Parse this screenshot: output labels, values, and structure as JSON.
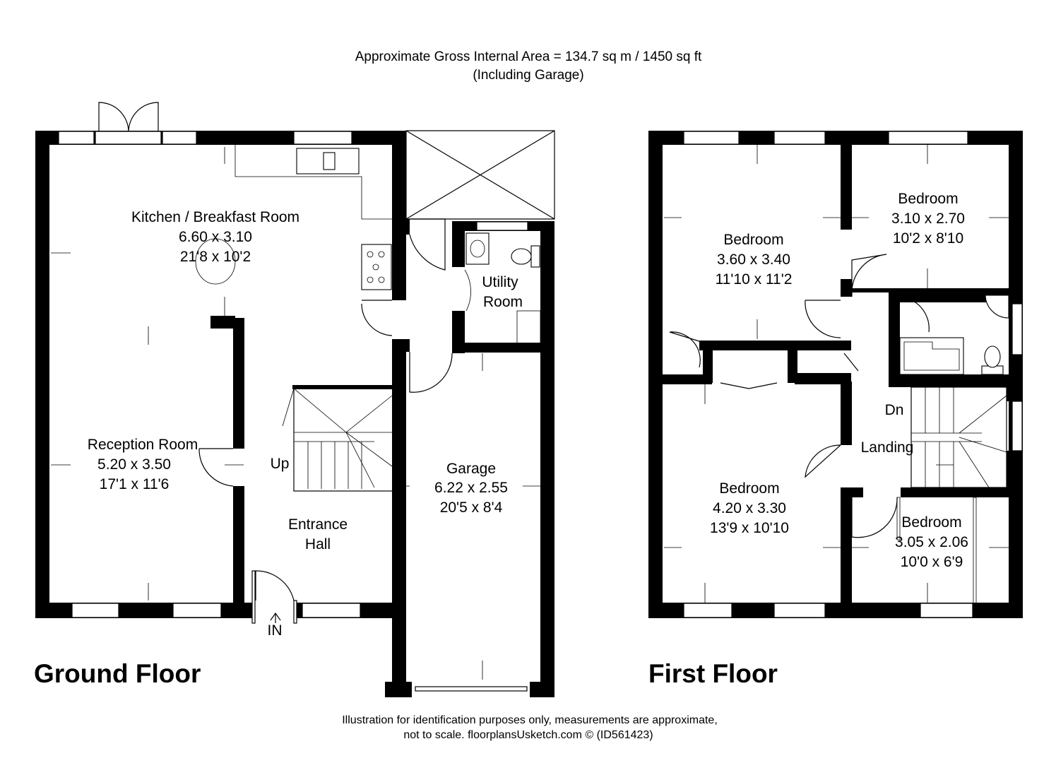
{
  "header": {
    "line1": "Approximate Gross Internal Area = 134.7 sq m / 1450 sq ft",
    "line2": "(Including Garage)"
  },
  "ground_floor": {
    "title": "Ground Floor",
    "rooms": {
      "kitchen": {
        "name": "Kitchen / Breakfast Room",
        "metric": "6.60 x 3.10",
        "imperial": "21'8 x 10'2"
      },
      "reception": {
        "name": "Reception Room",
        "metric": "5.20 x 3.50",
        "imperial": "17'1 x 11'6"
      },
      "utility": {
        "name_line1": "Utility",
        "name_line2": "Room"
      },
      "garage": {
        "name": "Garage",
        "metric": "6.22 x 2.55",
        "imperial": "20'5 x 8'4"
      },
      "hall": {
        "name_line1": "Entrance",
        "name_line2": "Hall"
      }
    },
    "labels": {
      "up": "Up",
      "in": "IN"
    }
  },
  "first_floor": {
    "title": "First Floor",
    "rooms": {
      "bedroom1": {
        "name": "Bedroom",
        "metric": "3.60 x 3.40",
        "imperial": "11'10 x 11'2"
      },
      "bedroom2": {
        "name": "Bedroom",
        "metric": "3.10 x 2.70",
        "imperial": "10'2 x 8'10"
      },
      "bedroom3": {
        "name": "Bedroom",
        "metric": "4.20 x 3.30",
        "imperial": "13'9 x 10'10"
      },
      "bedroom4": {
        "name": "Bedroom",
        "metric": "3.05 x 2.06",
        "imperial": "10'0 x 6'9"
      },
      "landing": {
        "name": "Landing"
      }
    },
    "labels": {
      "dn": "Dn"
    }
  },
  "footer": {
    "line1": "Illustration for identification purposes only, measurements are approximate,",
    "line2": "not to scale. floorplansUsketch.com © (ID561423)"
  }
}
